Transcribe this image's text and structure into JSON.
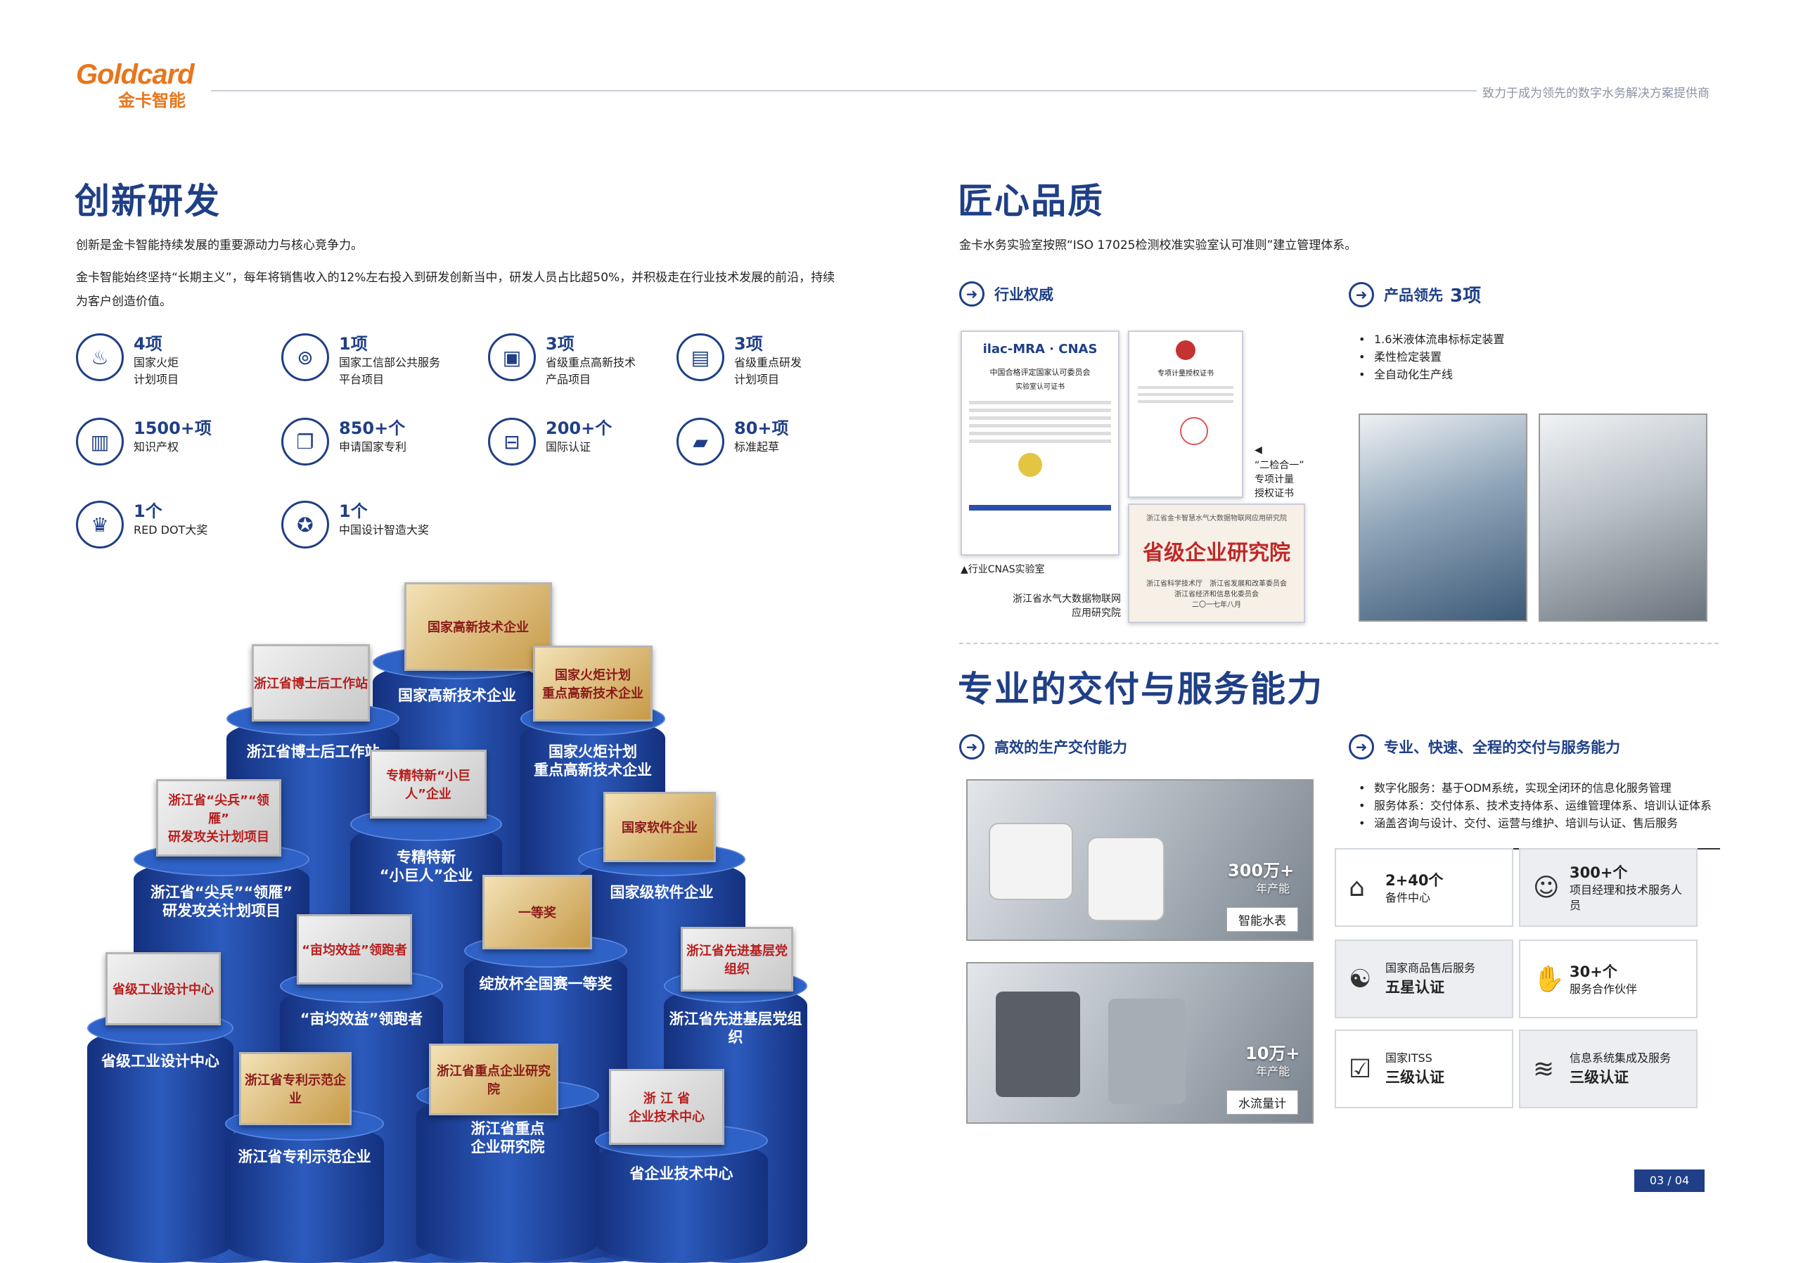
{
  "header": {
    "logo_en": "Goldcard",
    "logo_cn": "金卡智能",
    "slogan": "致力于成为领先的数字水务解决方案提供商"
  },
  "left": {
    "title": "创新研发",
    "p1": "创新是金卡智能持续发展的重要源动力与核心竞争力。",
    "p2a": "金卡智能始终坚持“长期主义”，每年将销售收入的12%左右投入到研发创新当中，研发人员占比超50%，并积极走在行业技术发展的前沿，持续",
    "p2b": "为客户创造价值。",
    "stats": [
      {
        "num": "4项",
        "l1": "国家火炬",
        "l2": "计划项目",
        "icon": "torch-icon",
        "g": "♨"
      },
      {
        "num": "1项",
        "l1": "国家工信部公共服务",
        "l2": "平台项目",
        "icon": "platform-icon",
        "g": "⊚"
      },
      {
        "num": "3项",
        "l1": "省级重点高新技术",
        "l2": "产品项目",
        "icon": "chip-icon",
        "g": "▣"
      },
      {
        "num": "3项",
        "l1": "省级重点研发",
        "l2": "计划项目",
        "icon": "document-icon",
        "g": "▤"
      },
      {
        "num": "1500+项",
        "l1": "知识产权",
        "l2": "",
        "icon": "book-icon",
        "g": "▥"
      },
      {
        "num": "850+个",
        "l1": "申请国家专利",
        "l2": "",
        "icon": "files-icon",
        "g": "❐"
      },
      {
        "num": "200+个",
        "l1": "国际认证",
        "l2": "",
        "icon": "certificate-book-icon",
        "g": "⊟"
      },
      {
        "num": "80+项",
        "l1": "标准起草",
        "l2": "",
        "icon": "ruler-icon",
        "g": "▰"
      },
      {
        "num": "1个",
        "l1": "RED DOT大奖",
        "l2": "",
        "icon": "trophy-icon",
        "g": "♛"
      },
      {
        "num": "1个",
        "l1": "中国设计智造大奖",
        "l2": "",
        "icon": "medal-icon",
        "g": "✪"
      }
    ],
    "pillars": [
      {
        "label": "国家高新技术企业",
        "plaque": "国家高新技术企业"
      },
      {
        "label": "浙江省博士后工作站",
        "plaque": "浙江省博士后工作站"
      },
      {
        "label": "国家火炬计划\n重点高新技术企业",
        "plaque": "国家火炬计划\n重点高新技术企业"
      },
      {
        "label": "专精特新\n“小巨人”企业",
        "plaque": "专精特新“小巨人”企业"
      },
      {
        "label": "浙江省“尖兵”“领雁”\n研发攻关计划项目",
        "plaque": "浙江省“尖兵”“领雁”\n研发攻关计划项目"
      },
      {
        "label": "国家级软件企业",
        "plaque": "国家软件企业"
      },
      {
        "label": "绽放杯全国赛一等奖",
        "plaque": "一等奖"
      },
      {
        "label": "“亩均效益”领跑者",
        "plaque": "“亩均效益”领跑者"
      },
      {
        "label": "省级工业设计中心",
        "plaque": "省级工业设计中心"
      },
      {
        "label": "浙江省先进基层党组织",
        "plaque": "浙江省先进基层党组织"
      },
      {
        "label": "浙江省专利示范企业",
        "plaque": "浙江省专利示范企业"
      },
      {
        "label": "浙江省重点\n企业研究院",
        "plaque": "浙江省重点企业研究院"
      },
      {
        "label": "省企业技术中心",
        "plaque": "浙 江 省\n企业技术中心"
      }
    ]
  },
  "right": {
    "title1": "匠心品质",
    "intro": "金卡水务实验室按照“ISO 17025检测校准实验室认可准则”建立管理体系。",
    "sub1": "行业权威",
    "sub2": "产品领先",
    "sub2num": "3项",
    "bullets1": [
      "1.6米液体流串标标定装置",
      "柔性检定装置",
      "全自动化生产线"
    ],
    "cert_cnas_title": "中国合格评定国家认可委员会",
    "cert_cnas_sub": "实验室认可证书",
    "cert_cnas_cap": "▲行业CNAS实验室",
    "cert_iot_cap1": "浙江省水气大数据物联网",
    "cert_iot_cap2": "应用研究院",
    "cert_auth_title": "专项计量授权证书",
    "cert_auth_cap1": "◀",
    "cert_auth_cap2": "“二检合一”",
    "cert_auth_cap3": "专项计量",
    "cert_auth_cap4": "授权证书",
    "cert_inst_top": "浙江省金卡智慧水气大数据物联网应用研究院",
    "cert_inst_main": "省级企业研究院",
    "cert_inst_org1": "浙江省科学技术厅　浙江省发展和改革委员会",
    "cert_inst_org2": "浙江省经济和信息化委员会",
    "cert_inst_date": "二〇一七年八月",
    "title2": "专业的交付与服务能力",
    "sub3": "高效的生产交付能力",
    "sub4": "专业、快速、全程的交付与服务能力",
    "bullets2": [
      "数字化服务：基于ODM系统，实现全闭环的信息化服务管理",
      "服务体系：交付体系、技术支持体系、运维管理体系、培训认证体系",
      "涵盖咨询与设计、交付、运营与维护、培训与认证、售后服务"
    ],
    "prod1": {
      "num": "300万+",
      "sub": "年产能",
      "label": "智能水表"
    },
    "prod2": {
      "num": "10万+",
      "sub": "年产能",
      "label": "水流量计"
    },
    "services": [
      {
        "n": "2+40个",
        "l": "备件中心",
        "icon": "warehouse-icon",
        "g": "⌂"
      },
      {
        "n": "300+个",
        "l": "项目经理和技术服务人员",
        "icon": "engineer-icon",
        "g": "☺"
      },
      {
        "n": "五星认证",
        "l": "国家商品售后服务",
        "icon": "service-icon",
        "g": "☯"
      },
      {
        "n": "30+个",
        "l": "服务合作伙伴",
        "icon": "handshake-icon",
        "g": "✋"
      },
      {
        "n": "三级认证",
        "l": "国家ITSS",
        "icon": "itss-icon",
        "g": "☑"
      },
      {
        "n": "三级认证",
        "l": "信息系统集成及服务",
        "icon": "layers-icon",
        "g": "≋"
      }
    ]
  },
  "footer": {
    "page": "03 / 04"
  }
}
